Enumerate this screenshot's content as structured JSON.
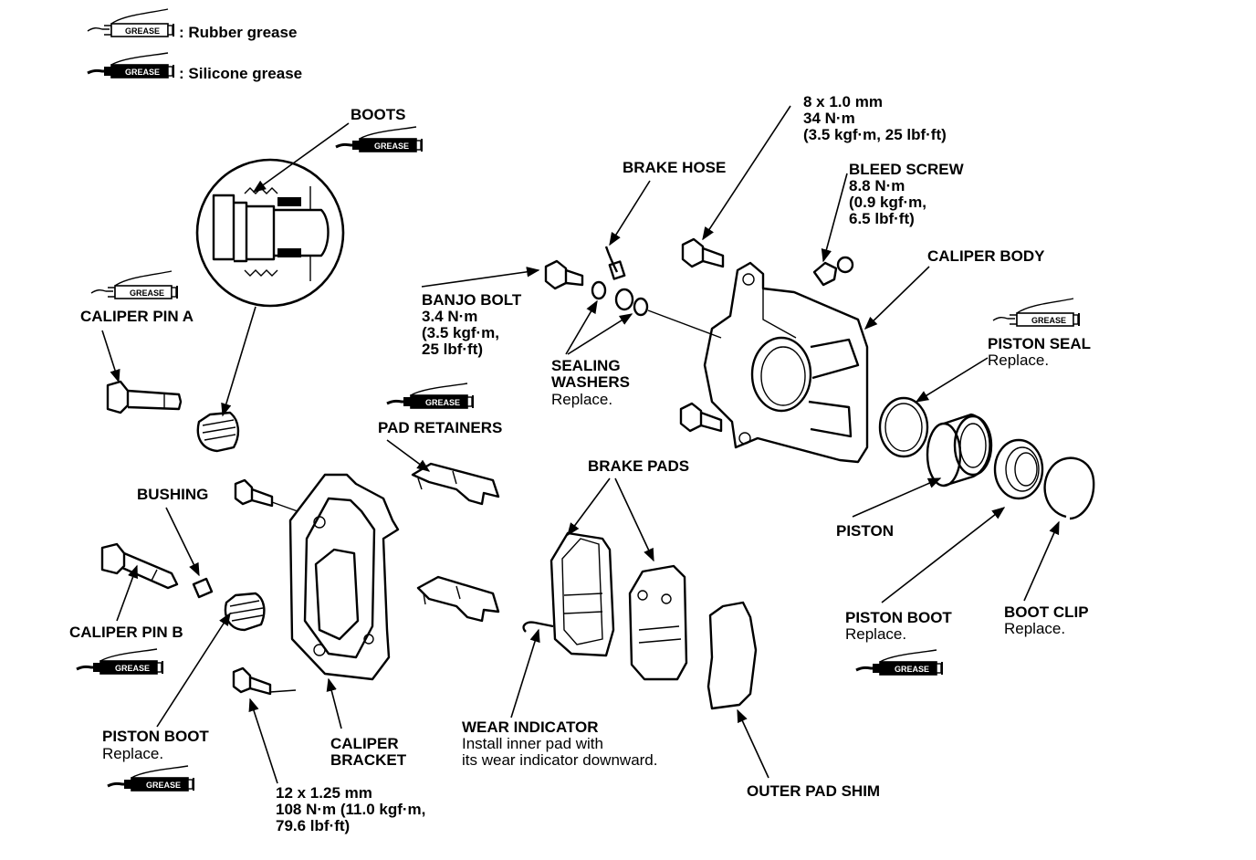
{
  "legend": {
    "rubber": {
      "tube_text": "GREASE",
      "label": ": Rubber grease"
    },
    "silicone": {
      "tube_text": "GREASE",
      "label": ": Silicone grease"
    }
  },
  "labels": {
    "boots": "BOOTS",
    "caliper_pin_a": "CALIPER PIN A",
    "bushing": "BUSHING",
    "caliper_pin_b": "CALIPER PIN B",
    "piston_boot_left": {
      "title": "PISTON BOOT",
      "note": "Replace."
    },
    "caliper_bracket": {
      "line1": "CALIPER",
      "line2": "BRACKET"
    },
    "bracket_bolt": {
      "line1": "12 x 1.25 mm",
      "line2": "108 N·m (11.0 kgf·m,",
      "line3": "79.6 lbf·ft)"
    },
    "pad_retainers": "PAD RETAINERS",
    "banjo_bolt": {
      "title": "BANJO BOLT",
      "line1": "3.4 N·m",
      "line2": "(3.5 kgf·m,",
      "line3": "25 lbf·ft)"
    },
    "sealing_washers": {
      "line1": "SEALING",
      "line2": "WASHERS",
      "note": "Replace."
    },
    "brake_hose": "BRAKE HOSE",
    "body_bolt": {
      "line1": "8 x 1.0 mm",
      "line2": "34 N·m",
      "line3": "(3.5 kgf·m, 25 lbf·ft)"
    },
    "bleed_screw": {
      "title": "BLEED SCREW",
      "line1": "8.8 N·m",
      "line2": "(0.9 kgf·m,",
      "line3": "6.5 lbf·ft)"
    },
    "caliper_body": "CALIPER BODY",
    "piston_seal": {
      "title": "PISTON SEAL",
      "note": "Replace."
    },
    "piston": "PISTON",
    "piston_boot_right": {
      "title": "PISTON BOOT",
      "note": "Replace."
    },
    "boot_clip": {
      "title": "BOOT CLIP",
      "note": "Replace."
    },
    "brake_pads": "BRAKE PADS",
    "wear_indicator": {
      "title": "WEAR INDICATOR",
      "line1": "Install inner pad with",
      "line2": "its wear indicator downward."
    },
    "outer_pad_shim": "OUTER PAD SHIM"
  },
  "grease_tags": {
    "boots": "GREASE",
    "caliper_pin_a": "GREASE",
    "pad_retainers": "GREASE",
    "piston_seal": "GREASE",
    "caliper_pin_b": "GREASE",
    "piston_boot_left": "GREASE",
    "piston_boot_right": "GREASE"
  }
}
